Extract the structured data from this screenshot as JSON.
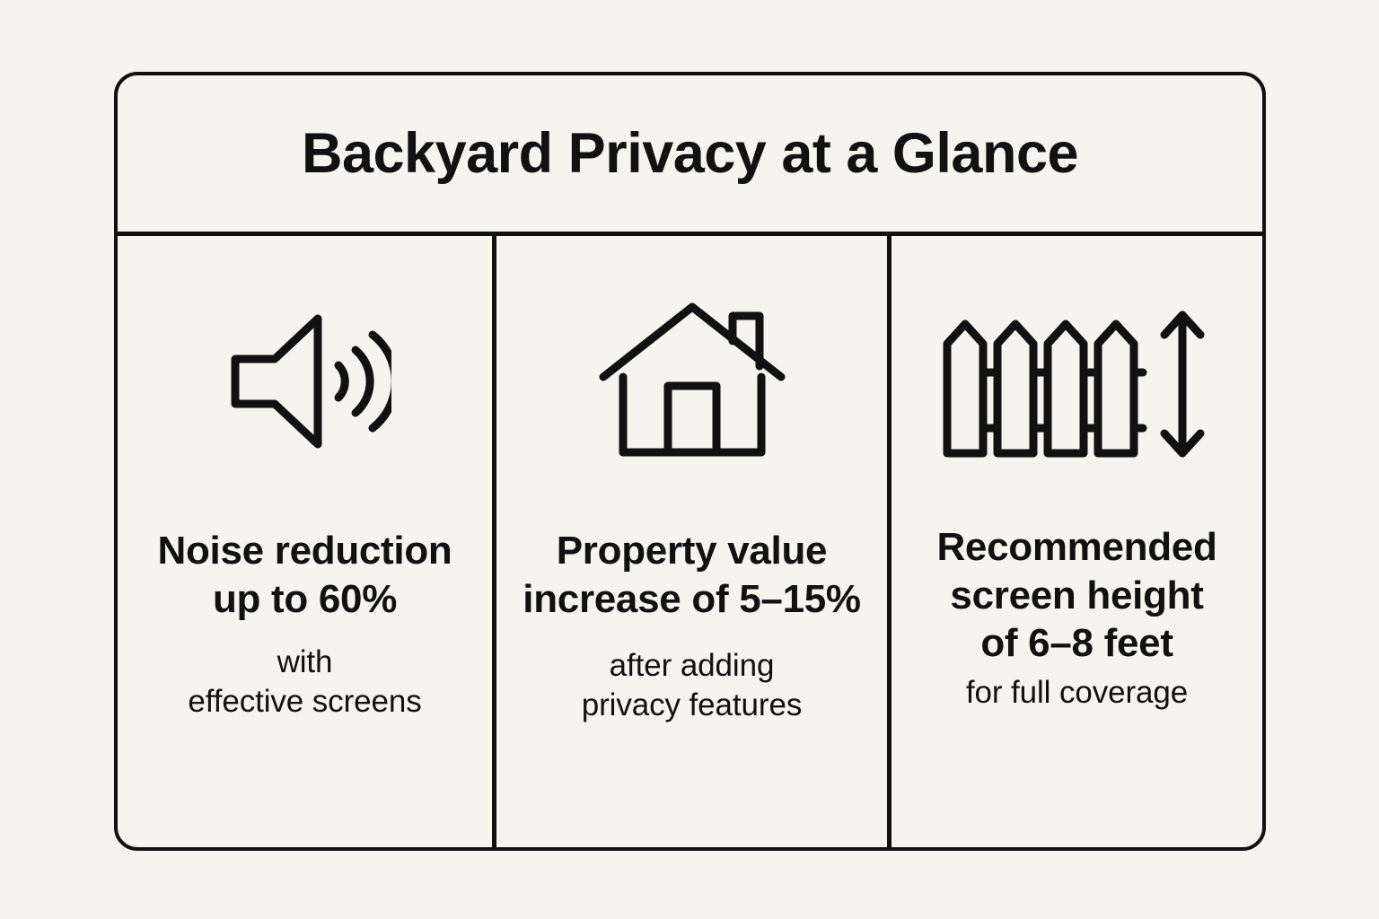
{
  "theme": {
    "background": "#f5f4ef",
    "ink": "#111111",
    "card_background": "#f5f4ef",
    "border": "#111111"
  },
  "card": {
    "title": "Backyard Privacy at a Glance"
  },
  "columns": [
    {
      "icon": "speaker-sound-waves-icon",
      "headline": "Noise reduction\nup to 60%",
      "subline": "with\neffective screens",
      "stat_value": "60%",
      "stat_label": "noise reduction"
    },
    {
      "icon": "house-home-icon",
      "headline": "Property value\nincrease of 5–15%",
      "subline": "after adding\nprivacy features",
      "stat_value": "5–15%",
      "stat_label": "property value increase"
    },
    {
      "icon": "fence-height-arrow-icon",
      "headline": "Recommended\nscreen height\nof 6–8 feet",
      "subline": "for full coverage",
      "stat_value": "6–8 feet",
      "stat_label": "recommended screen height"
    }
  ]
}
